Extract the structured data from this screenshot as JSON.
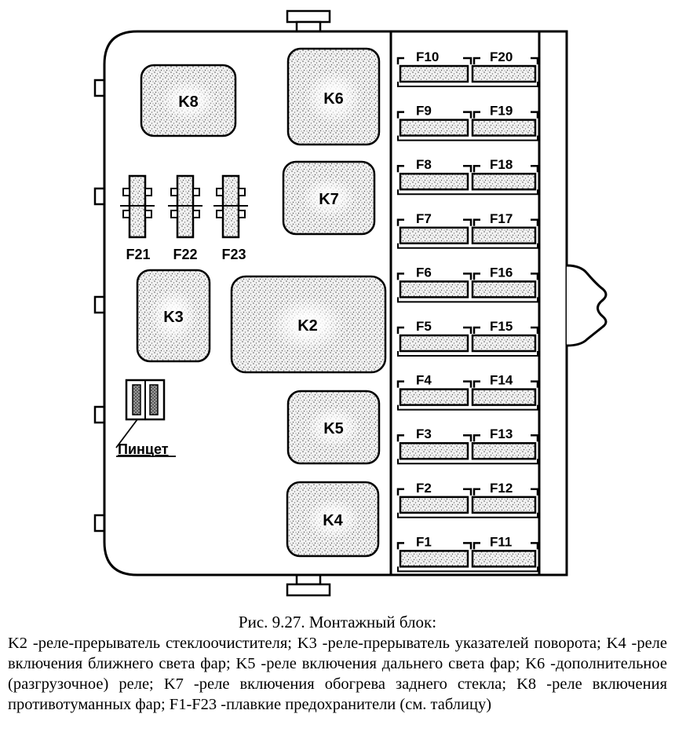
{
  "diagram": {
    "relays": {
      "K8": "K8",
      "K6": "K6",
      "K7": "K7",
      "K3": "K3",
      "K2": "K2",
      "K5": "K5",
      "K4": "K4"
    },
    "fuse_rows": [
      {
        "left": "F10",
        "right": "F20"
      },
      {
        "left": "F9",
        "right": "F19"
      },
      {
        "left": "F8",
        "right": "F18"
      },
      {
        "left": "F7",
        "right": "F17"
      },
      {
        "left": "F6",
        "right": "F16"
      },
      {
        "left": "F5",
        "right": "F15"
      },
      {
        "left": "F4",
        "right": "F14"
      },
      {
        "left": "F3",
        "right": "F13"
      },
      {
        "left": "F2",
        "right": "F12"
      },
      {
        "left": "F1",
        "right": "F11"
      }
    ],
    "small_fuses": [
      "F21",
      "F22",
      "F23"
    ],
    "tweezers_label": "Пинцет"
  },
  "caption": {
    "title": "Рис. 9.27. Монтажный блок:",
    "text": "K2 -реле-прерыватель стеклоочистителя; K3 -реле-прерыватель указателей поворота; K4 -реле включения ближнего света фар; K5 -реле включения дальнего света фар; K6 -дополнительное (разгрузочное) реле; K7 -реле включения обогрева заднего стекла; K8 -реле включения противотуманных фар; F1-F23 -плавкие предохранители (см. таблицу)"
  }
}
